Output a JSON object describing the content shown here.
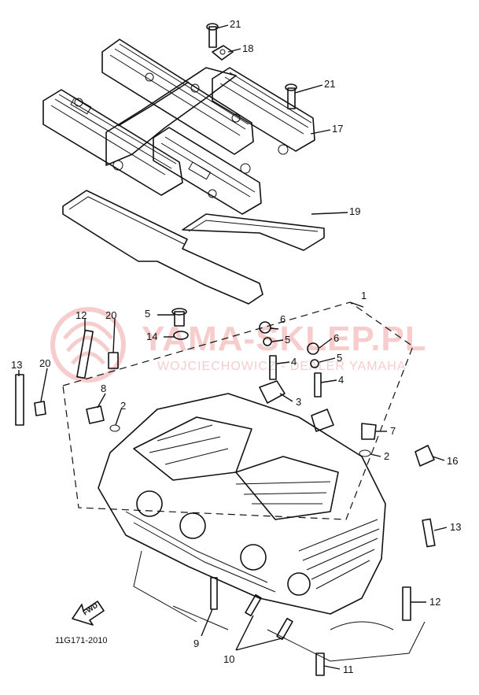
{
  "watermark": {
    "title": "YAMA-SKLEP.PL",
    "subtitle": "WOJCIECHOWICZ - DEALER YAMAHA"
  },
  "diagram_code": "11G171-2010",
  "fwd_label": "FWD",
  "callouts": {
    "c1": "1",
    "c2a": "2",
    "c2b": "2",
    "c3": "3",
    "c4a": "4",
    "c4b": "4",
    "c5a": "5",
    "c5b": "5",
    "c5c": "5",
    "c6a": "6",
    "c6b": "6",
    "c7": "7",
    "c8": "8",
    "c9": "9",
    "c10": "10",
    "c11": "11",
    "c12a": "12",
    "c12b": "12",
    "c13a": "13",
    "c13b": "13",
    "c14": "14",
    "c16": "16",
    "c17": "17",
    "c18": "18",
    "c19": "19",
    "c20a": "20",
    "c20b": "20",
    "c21a": "21",
    "c21b": "21"
  }
}
